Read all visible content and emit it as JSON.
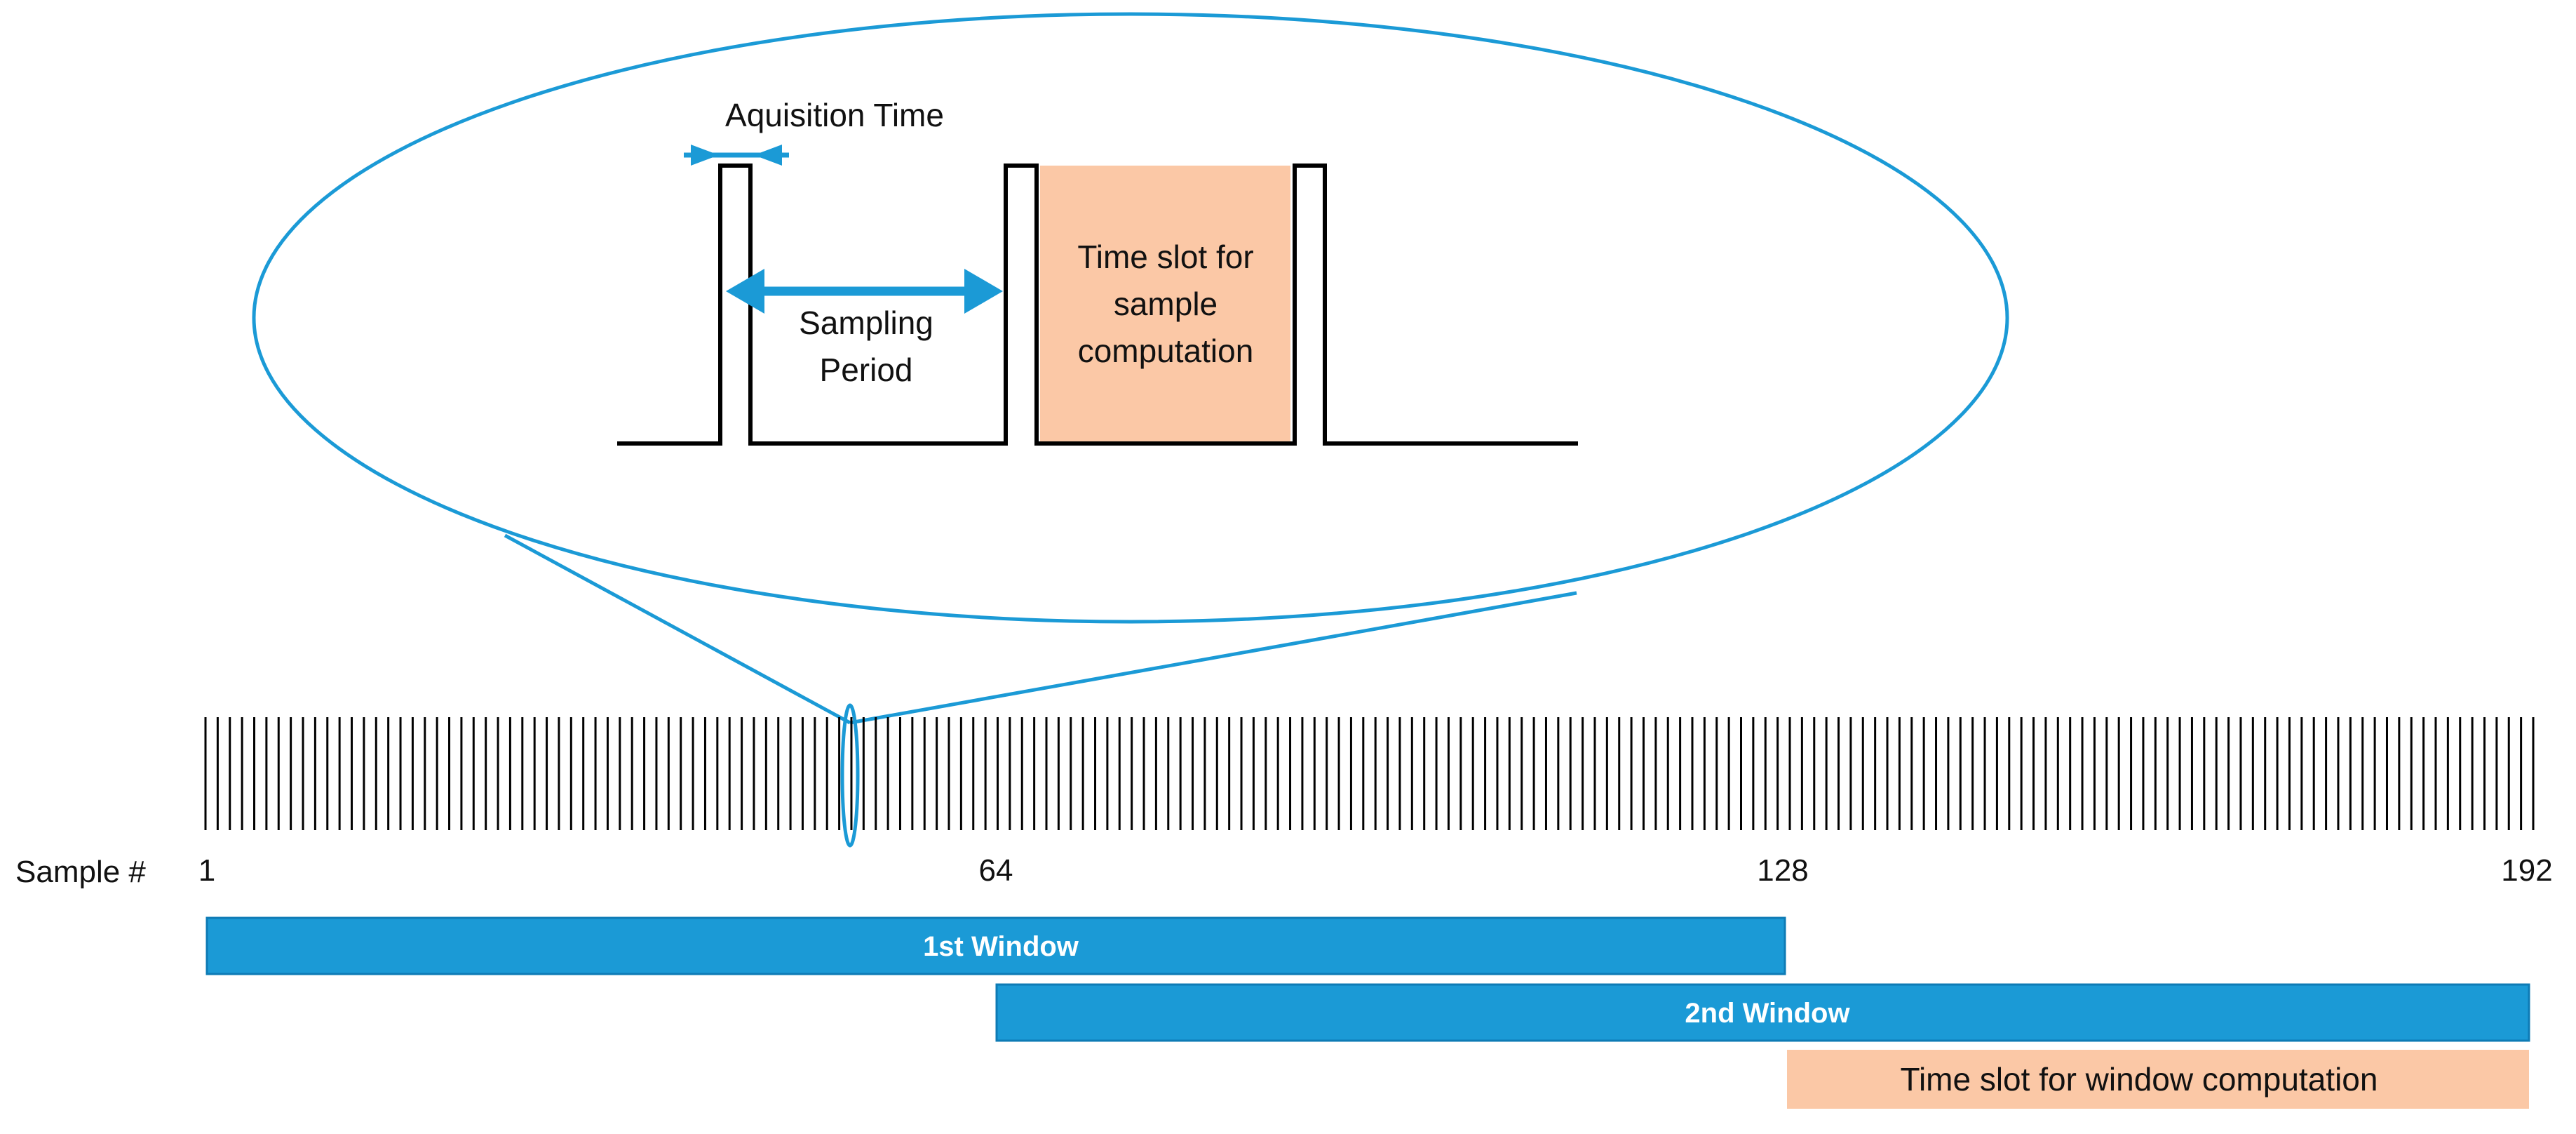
{
  "colors": {
    "accent": "#1b9ad6",
    "computation_fill": "#fbc8a6",
    "signal": "#000000"
  },
  "zoom": {
    "acquisition_label": "Aquisition Time",
    "sampling_label_line1": "Sampling",
    "sampling_label_line2": "Period",
    "slot_line1": "Time slot for",
    "slot_line2": "sample",
    "slot_line3": "computation"
  },
  "axis": {
    "label": "Sample #",
    "tick_labels": [
      "1",
      "64",
      "128",
      "192"
    ],
    "sample_count": 192
  },
  "windows": {
    "first": "1st Window",
    "second": "2nd Window",
    "computation": "Time slot for window computation"
  }
}
